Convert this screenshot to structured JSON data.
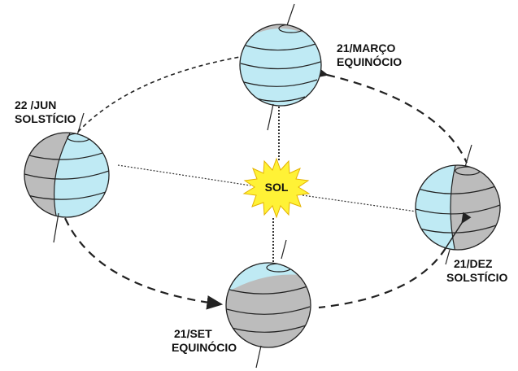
{
  "sun": {
    "label": "SOL",
    "color": "#fff236"
  },
  "colors": {
    "lit": "#bfeaf4",
    "dark": "#bcbcbc",
    "line": "#222222"
  },
  "positions": [
    {
      "id": "march",
      "date": "21/MARÇO",
      "event": "EQUINÓCIO"
    },
    {
      "id": "june",
      "date": "22 /JUN",
      "event": "SOLSTÍCIO"
    },
    {
      "id": "september",
      "date": "21/SET",
      "event": "EQUINÓCIO"
    },
    {
      "id": "december",
      "date": "21/DEZ",
      "event": "SOLSTÍCIO"
    }
  ]
}
